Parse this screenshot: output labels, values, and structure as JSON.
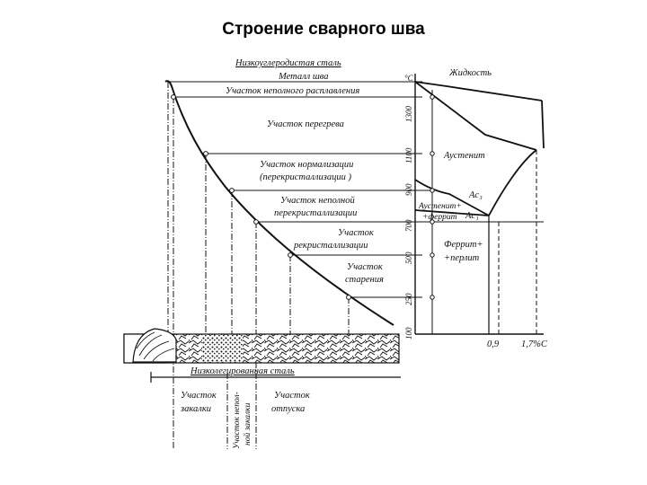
{
  "page": {
    "title": "Строение сварного шва"
  },
  "diagram": {
    "header_top": "Низкоуглеродистая сталь",
    "header_bottom": "Низколегированная сталь",
    "zones": [
      "Металл шва",
      "Участок неполного расплавления",
      "Участок перегрева",
      "Участок нормализации",
      "(перекристаллизации )",
      "Участок неполной",
      "перекристаллизации",
      "Участок",
      "рекристаллизации",
      "Участок",
      "старения"
    ],
    "lower_zones": {
      "quench_1": "Участок",
      "quench_2": "закалки",
      "partial_1": "Участок непол-",
      "partial_2": "ной закалки",
      "temper_1": "Участок",
      "temper_2": "отпуска"
    },
    "phase": {
      "axis_unit": "°C",
      "temps": [
        "1300",
        "1100",
        "900",
        "700",
        "500",
        "250",
        "100"
      ],
      "liquid": "Жидкость",
      "austenite": "Аустенит",
      "ac3": "Ac₃",
      "ac1": "Ac₁",
      "austenite_ferrite_1": "Аустенит+",
      "austenite_ferrite_2": "+феррит",
      "ferrite_pearlite_1": "Феррит+",
      "ferrite_pearlite_2": "+перлит",
      "carbon_1": "0,9",
      "carbon_2": "1,7%C"
    }
  }
}
